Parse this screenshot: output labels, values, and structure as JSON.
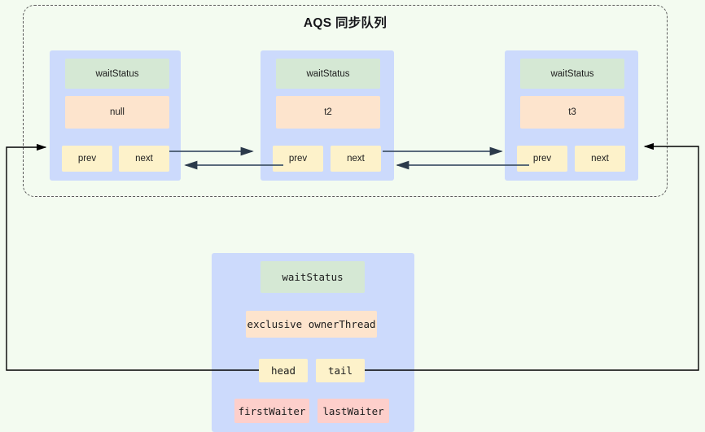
{
  "diagram": {
    "title": "AQS 同步队列",
    "background_color": "#f3fbf0",
    "node_card_color": "#ccdafc",
    "colors": {
      "green": "#d5e8d4",
      "orange": "#fde4cd",
      "yellow": "#fdf2ca",
      "red": "#fdcfcb",
      "line": "#23303f",
      "dashed_border": "#5a5a5a"
    }
  },
  "queue": {
    "nodes": [
      {
        "wait_status_label": "waitStatus",
        "thread_label": "null",
        "prev_label": "prev",
        "next_label": "next"
      },
      {
        "wait_status_label": "waitStatus",
        "thread_label": "t2",
        "prev_label": "prev",
        "next_label": "next"
      },
      {
        "wait_status_label": "waitStatus",
        "thread_label": "t3",
        "prev_label": "prev",
        "next_label": "next"
      }
    ]
  },
  "aqs_object": {
    "wait_status_label": "waitStatus",
    "owner_thread_label": "exclusive ownerThread",
    "head_label": "head",
    "tail_label": "tail",
    "first_waiter_label": "firstWaiter",
    "last_waiter_label": "lastWaiter"
  }
}
